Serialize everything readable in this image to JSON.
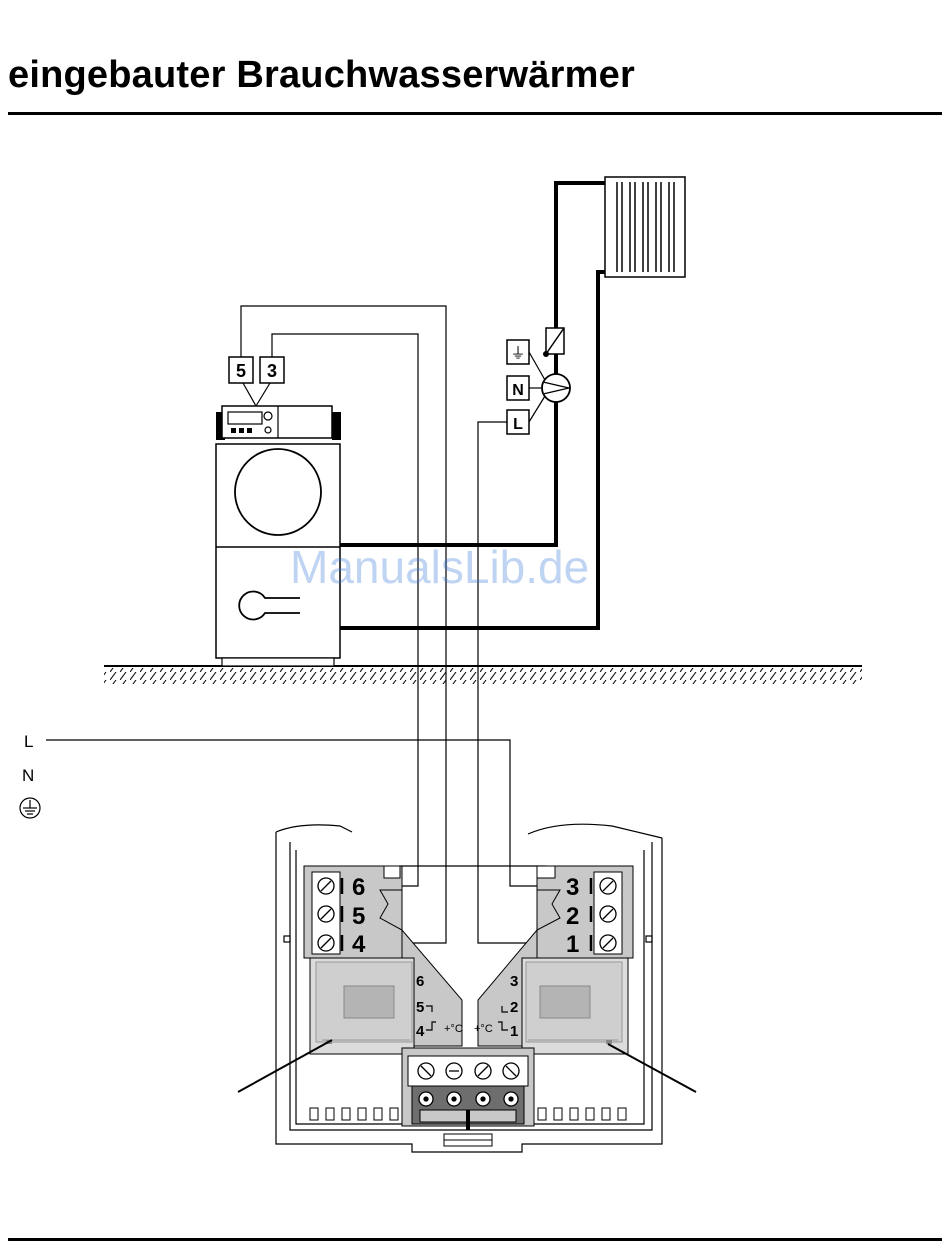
{
  "title": "eingebauter Brauchwasserwärmer",
  "watermark": "ManualsLib.de",
  "boiler_terminals": [
    "5",
    "3"
  ],
  "pump_labels": {
    "earth": "⏚",
    "neutral": "N",
    "live": "L"
  },
  "supply_labels": {
    "live": "L",
    "neutral": "N",
    "earth": "⏚"
  },
  "relay": {
    "left_terminals": [
      "6",
      "5",
      "4"
    ],
    "right_terminals": [
      "3",
      "2",
      "1"
    ],
    "left_contacts": {
      "top": "6",
      "mid": "5",
      "bottom": "4",
      "unit": "+°C"
    },
    "right_contacts": {
      "top": "3",
      "mid": "2",
      "bottom": "1",
      "unit": "+°C"
    }
  }
}
